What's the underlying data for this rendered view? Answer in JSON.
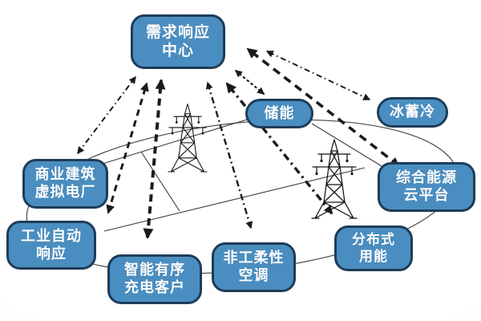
{
  "diagram": {
    "type": "demand-response-energy-network",
    "center_node": {
      "id": "demand-response-center",
      "label": "需求响应\n中心"
    },
    "nodes": [
      {
        "id": "demand-response-center",
        "label": "需求响应\n中心"
      },
      {
        "id": "energy-storage",
        "label": "储能"
      },
      {
        "id": "ice-storage-cooling",
        "label": "冰蓄冷"
      },
      {
        "id": "commercial-building-vpp",
        "label": "商业建筑\n虚拟电厂"
      },
      {
        "id": "industrial-auto-response",
        "label": "工业自动\n响应"
      },
      {
        "id": "smart-orderly-charging",
        "label": "智能有序\n充电客户"
      },
      {
        "id": "non-industrial-flexible-ac",
        "label": "非工柔性\n空调"
      },
      {
        "id": "distributed-energy-use",
        "label": "分布式\n用能"
      },
      {
        "id": "integrated-energy-cloud",
        "label": "综合能源\n云平台"
      }
    ],
    "connections": [
      {
        "from": "demand-response-center",
        "to": "commercial-building-vpp",
        "style": "dash-dot",
        "bidirectional": true
      },
      {
        "from": "demand-response-center",
        "to": "industrial-auto-response",
        "style": "dashed",
        "bidirectional": true
      },
      {
        "from": "demand-response-center",
        "to": "smart-orderly-charging",
        "style": "dashed-thick",
        "bidirectional": true
      },
      {
        "from": "demand-response-center",
        "to": "non-industrial-flexible-ac",
        "style": "dash-dot",
        "bidirectional": true
      },
      {
        "from": "demand-response-center",
        "to": "distributed-energy-use",
        "style": "dash-dot-thick",
        "bidirectional": true
      },
      {
        "from": "demand-response-center",
        "to": "integrated-energy-cloud",
        "style": "dashed-thick",
        "bidirectional": true
      },
      {
        "from": "demand-response-center",
        "to": "ice-storage-cooling",
        "style": "dash-dot",
        "bidirectional": true
      },
      {
        "from": "demand-response-center",
        "to": "energy-storage",
        "style": "dotted",
        "bidirectional": true
      }
    ],
    "icons": [
      {
        "name": "transmission-tower-icon",
        "count": 2
      }
    ],
    "colors": {
      "node_fill": "#4a8ec1",
      "node_border": "#1f3c58",
      "node_text": "#ffffff",
      "arrow": "#1b1b1b",
      "grid_line": "#3d3d3d",
      "background": "#ffffff"
    }
  }
}
